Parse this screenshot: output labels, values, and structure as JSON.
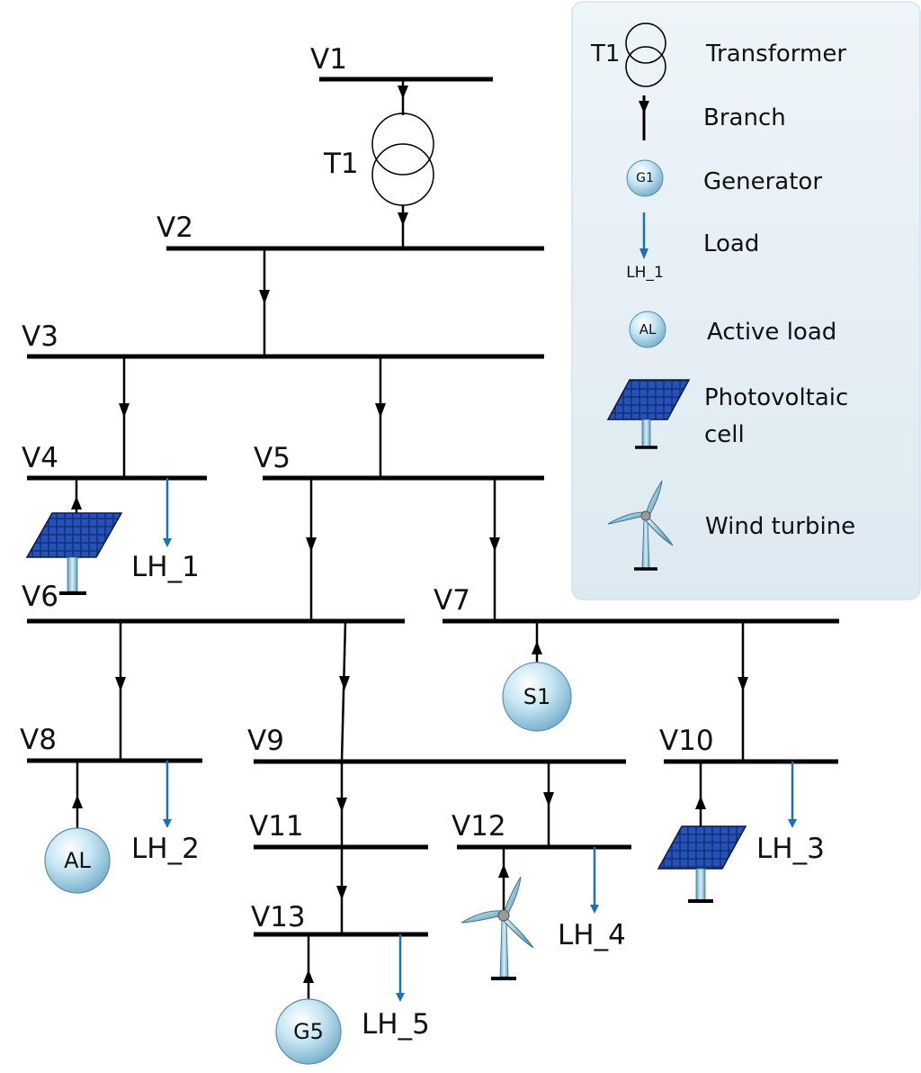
{
  "buses": {
    "v1": "V1",
    "v2": "V2",
    "v3": "V3",
    "v4": "V4",
    "v5": "V5",
    "v6": "V6",
    "v7": "V7",
    "v8": "V8",
    "v9": "V9",
    "v10": "V10",
    "v11": "V11",
    "v12": "V12",
    "v13": "V13"
  },
  "transformer_label": "T1",
  "loads": {
    "lh1": "LH_1",
    "lh2": "LH_2",
    "lh3": "LH_3",
    "lh4": "LH_4",
    "lh5": "LH_5"
  },
  "sources": {
    "s1": "S1",
    "al": "AL",
    "g5": "G5"
  },
  "legend": {
    "transformer_tag": "T1",
    "transformer": "Transformer",
    "branch": "Branch",
    "generator_tag": "G1",
    "generator": "Generator",
    "load_tag": "LH_1",
    "load": "Load",
    "active_load_tag": "AL",
    "active_load": "Active load",
    "pv_line1": "Photovoltaic",
    "pv_line2": "cell",
    "wind": "Wind turbine"
  },
  "colors": {
    "load_arrow": "#1f6fb5",
    "legend_bg": "#e6f0f6",
    "panel": "#10245e",
    "ball": "#a9d6ea"
  }
}
